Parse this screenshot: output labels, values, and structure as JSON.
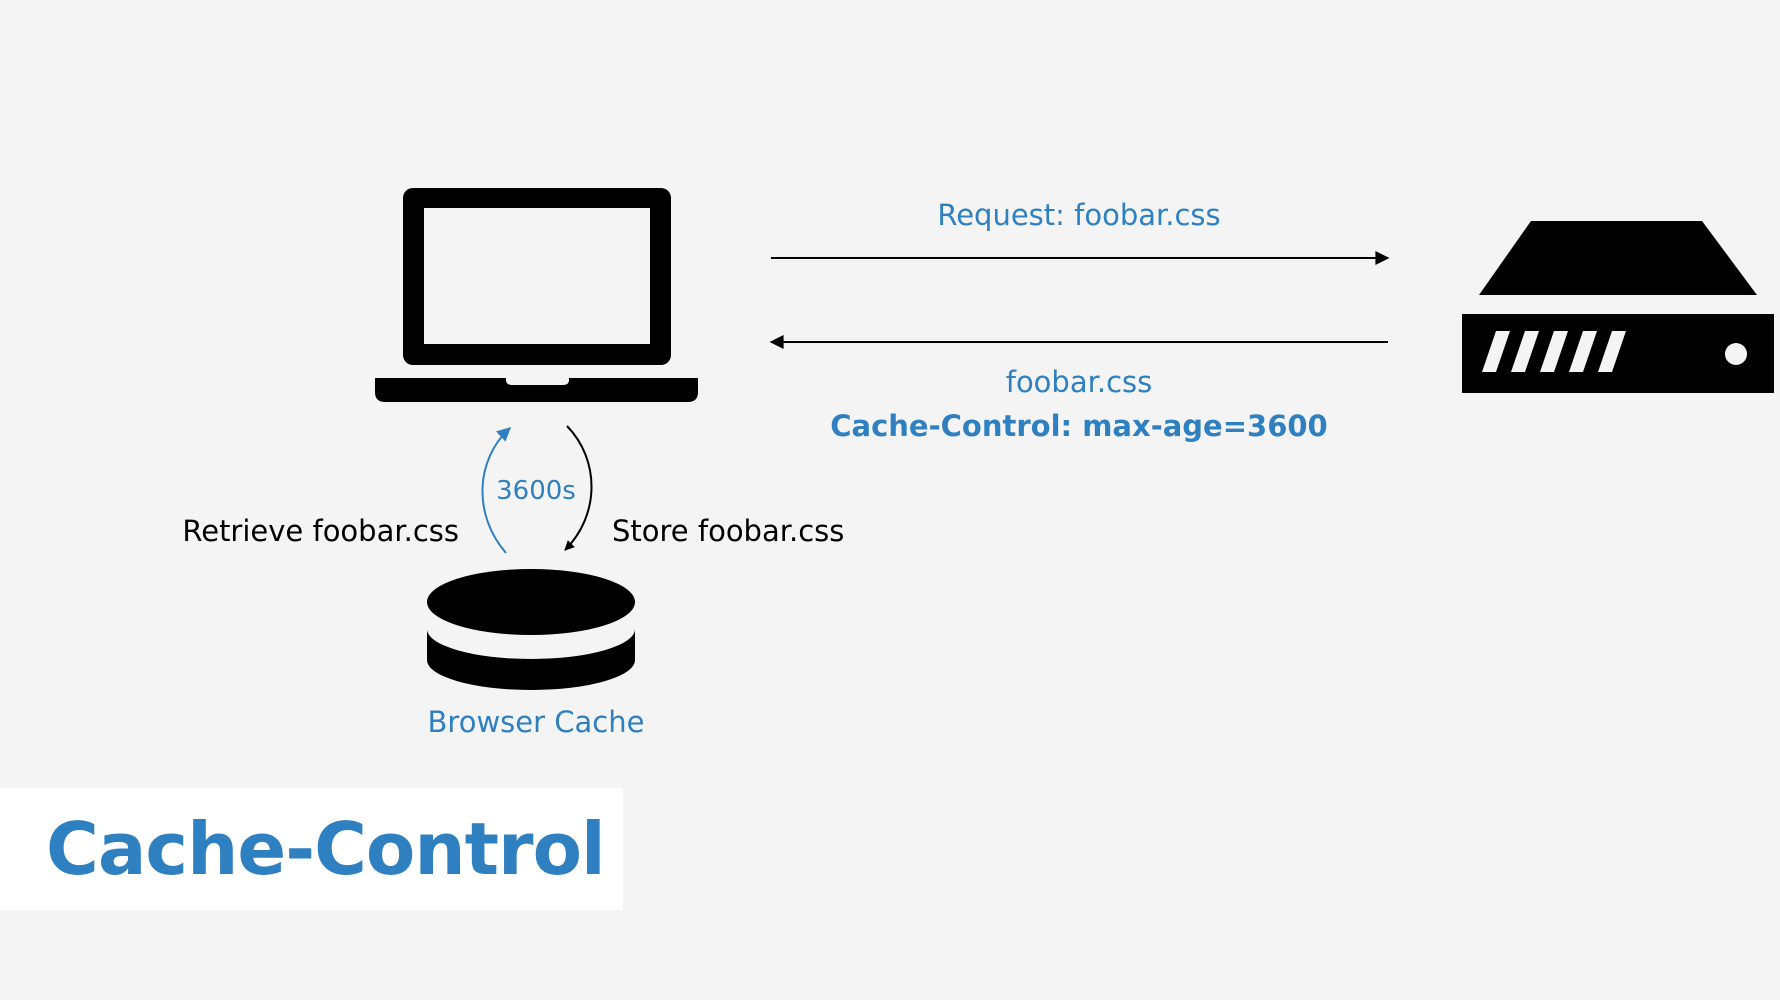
{
  "colors": {
    "background": "#f4f4f4",
    "accent": "#2f80c0",
    "ink": "#000000",
    "title_box": "#ffffff"
  },
  "icons": {
    "client": "laptop-icon",
    "server": "server-icon",
    "cache": "database-icon"
  },
  "request": {
    "label": "Request: foobar.css"
  },
  "response": {
    "file_label": "foobar.css",
    "header_label": "Cache-Control: max-age=3600"
  },
  "cache": {
    "retrieve_label": "Retrieve foobar.css",
    "store_label": "Store foobar.css",
    "ttl_label": "3600s",
    "name_label": "Browser Cache"
  },
  "title": "Cache-Control"
}
